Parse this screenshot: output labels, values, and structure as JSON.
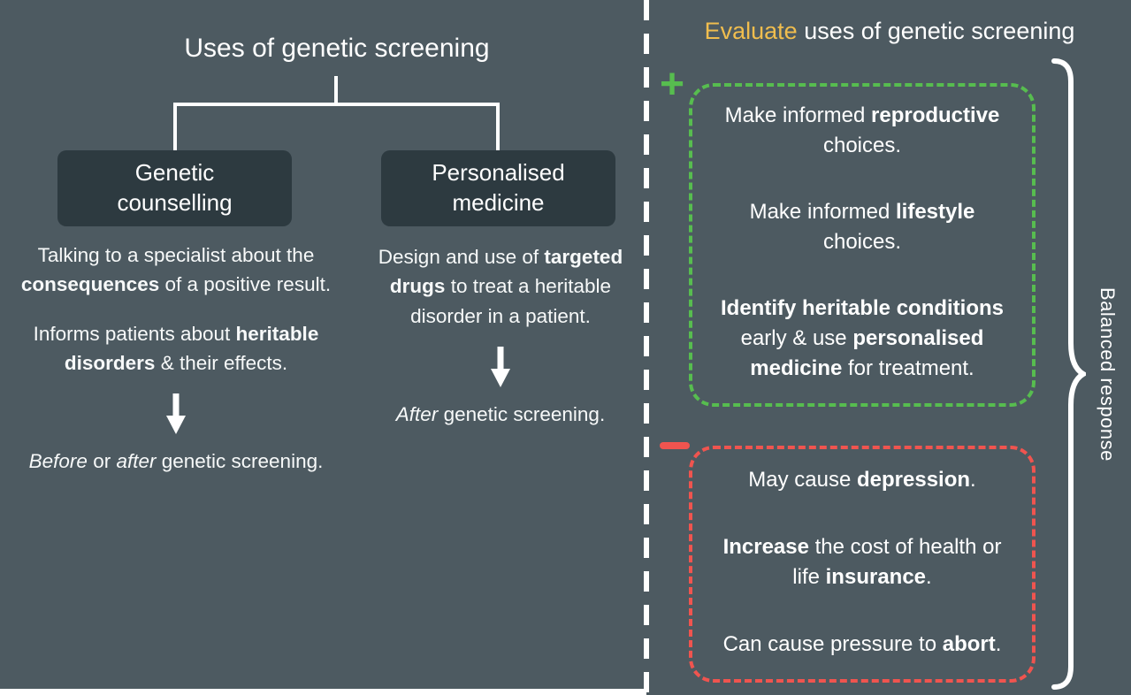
{
  "theme": {
    "bg": "#4d5a61",
    "panel_box": "#2d3a40",
    "green": "#57bd4f",
    "red": "#f0544f",
    "yellow": "#f0bd4e",
    "white": "#ffffff"
  },
  "icons": {
    "plus_icon": "+",
    "minus_icon": "−",
    "down_arrow_icon": "↓",
    "brace_icon": "}"
  },
  "left_panel": {
    "title": "Uses of genetic screening",
    "branches": [
      {
        "box_label": "Genetic counselling",
        "paragraphs": [
          [
            {
              "t": "Talking to a specialist about the "
            },
            {
              "t": "consequences",
              "b": true
            },
            {
              "t": " of a positive result."
            }
          ],
          [
            {
              "t": "Informs patients about "
            },
            {
              "t": "heritable disorders",
              "b": true
            },
            {
              "t": " & their effects."
            }
          ]
        ],
        "timing": [
          {
            "t": "Before",
            "i": true
          },
          {
            "t": " or "
          },
          {
            "t": "after",
            "i": true
          },
          {
            "t": " genetic screening."
          }
        ]
      },
      {
        "box_label": "Personalised medicine",
        "paragraphs": [
          [
            {
              "t": "Design and use of "
            },
            {
              "t": "targeted drugs",
              "b": true
            },
            {
              "t": " to treat a heritable disorder in a patient."
            }
          ]
        ],
        "timing": [
          {
            "t": "After",
            "i": true
          },
          {
            "t": " genetic screening."
          }
        ]
      }
    ]
  },
  "right_panel": {
    "title_segments": [
      {
        "t": "Evaluate",
        "c": "#f0bd4e"
      },
      {
        "t": " uses of genetic screening"
      }
    ],
    "plus_symbol": "+",
    "pros": [
      [
        {
          "t": "Make informed "
        },
        {
          "t": "reproductive",
          "b": true
        },
        {
          "t": " choices."
        }
      ],
      [
        {
          "t": "Make informed "
        },
        {
          "t": "lifestyle",
          "b": true
        },
        {
          "t": " choices."
        }
      ],
      [
        {
          "t": "Identify heritable conditions",
          "b": true
        },
        {
          "t": " early & use "
        },
        {
          "t": "personalised medicine",
          "b": true
        },
        {
          "t": " for treatment."
        }
      ]
    ],
    "cons": [
      [
        {
          "t": "May cause "
        },
        {
          "t": "depression",
          "b": true
        },
        {
          "t": "."
        }
      ],
      [
        {
          "t": "Increase",
          "b": true
        },
        {
          "t": " the cost of health or life "
        },
        {
          "t": "insurance",
          "b": true
        },
        {
          "t": "."
        }
      ],
      [
        {
          "t": "Can cause pressure to "
        },
        {
          "t": "abort",
          "b": true
        },
        {
          "t": "."
        }
      ]
    ],
    "brace_label": "Balanced response"
  }
}
